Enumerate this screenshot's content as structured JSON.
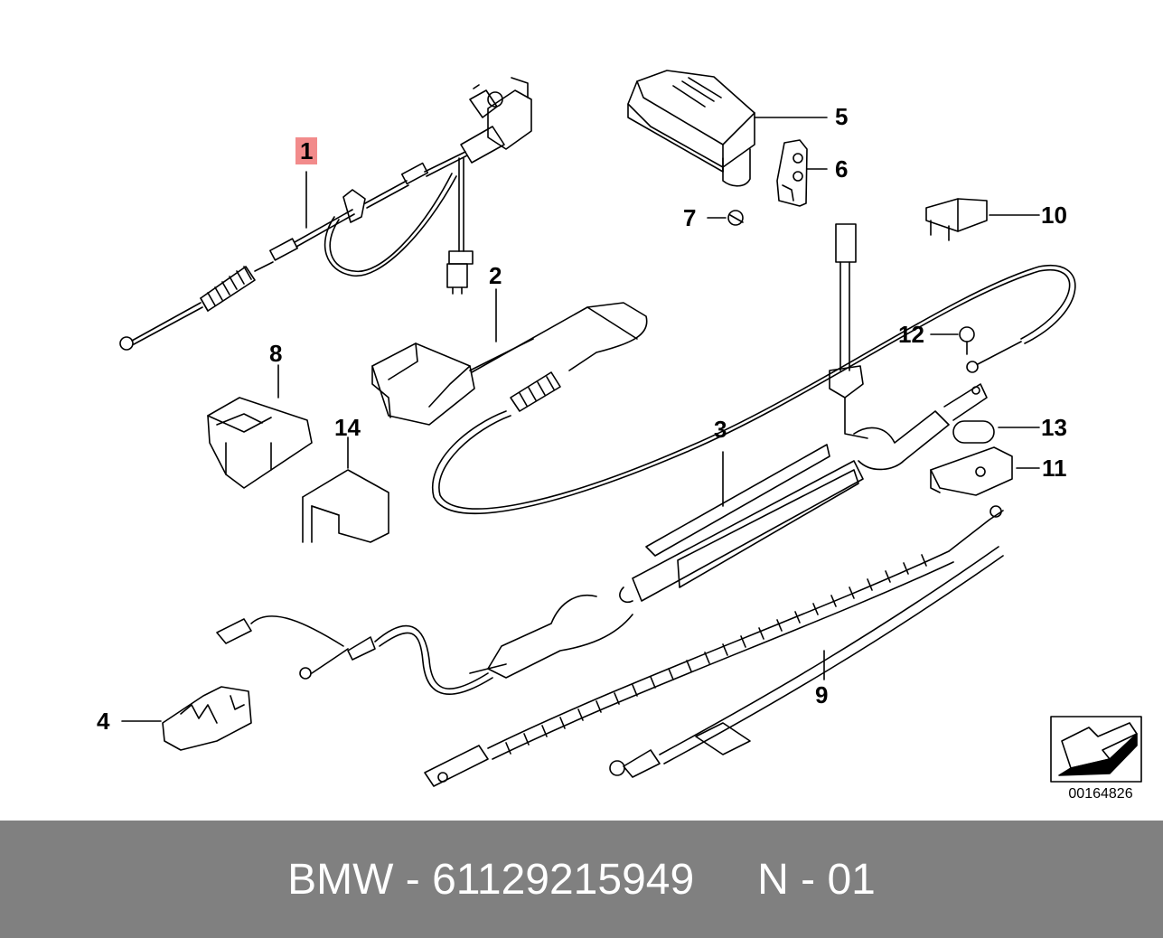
{
  "diagram": {
    "callouts": [
      {
        "id": "1",
        "label": "1"
      },
      {
        "id": "2",
        "label": "2"
      },
      {
        "id": "3",
        "label": "3"
      },
      {
        "id": "4",
        "label": "4"
      },
      {
        "id": "5",
        "label": "5"
      },
      {
        "id": "6",
        "label": "6"
      },
      {
        "id": "7",
        "label": "7"
      },
      {
        "id": "8",
        "label": "8"
      },
      {
        "id": "9",
        "label": "9"
      },
      {
        "id": "10",
        "label": "10"
      },
      {
        "id": "11",
        "label": "11"
      },
      {
        "id": "12",
        "label": "12"
      },
      {
        "id": "13",
        "label": "13"
      },
      {
        "id": "14",
        "label": "14"
      }
    ],
    "highlighted_callout": "1",
    "highlight_color": "#f28b8b",
    "reference_number": "00164826"
  },
  "footer": {
    "part_text": "BMW - 61129215949",
    "page_text": "N - 01",
    "background": "#808080"
  }
}
